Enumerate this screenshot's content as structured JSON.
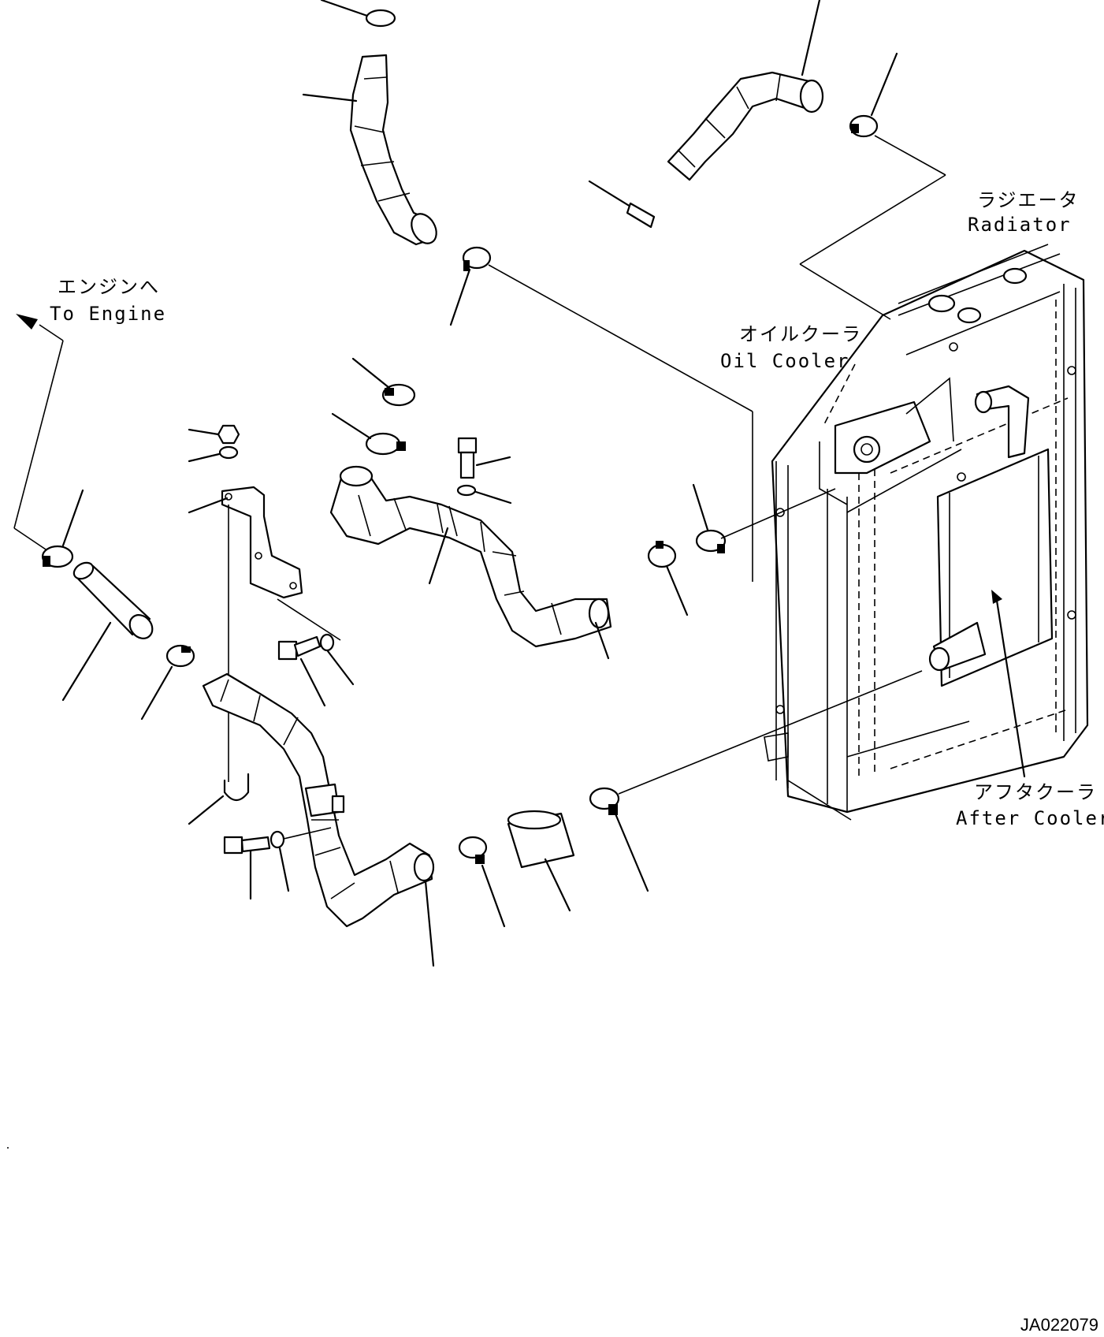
{
  "labels": {
    "radiator_jp": "ラジエータ",
    "radiator_en": "Radiator",
    "to_engine_jp": "エンジンへ",
    "to_engine_en": "To Engine",
    "oil_cooler_jp": "オイルクーラ",
    "oil_cooler_en": "Oil Cooler",
    "after_cooler_jp": "アフタクーラ",
    "after_cooler_en": "After Cooler"
  },
  "drawing_code": "JA022079"
}
